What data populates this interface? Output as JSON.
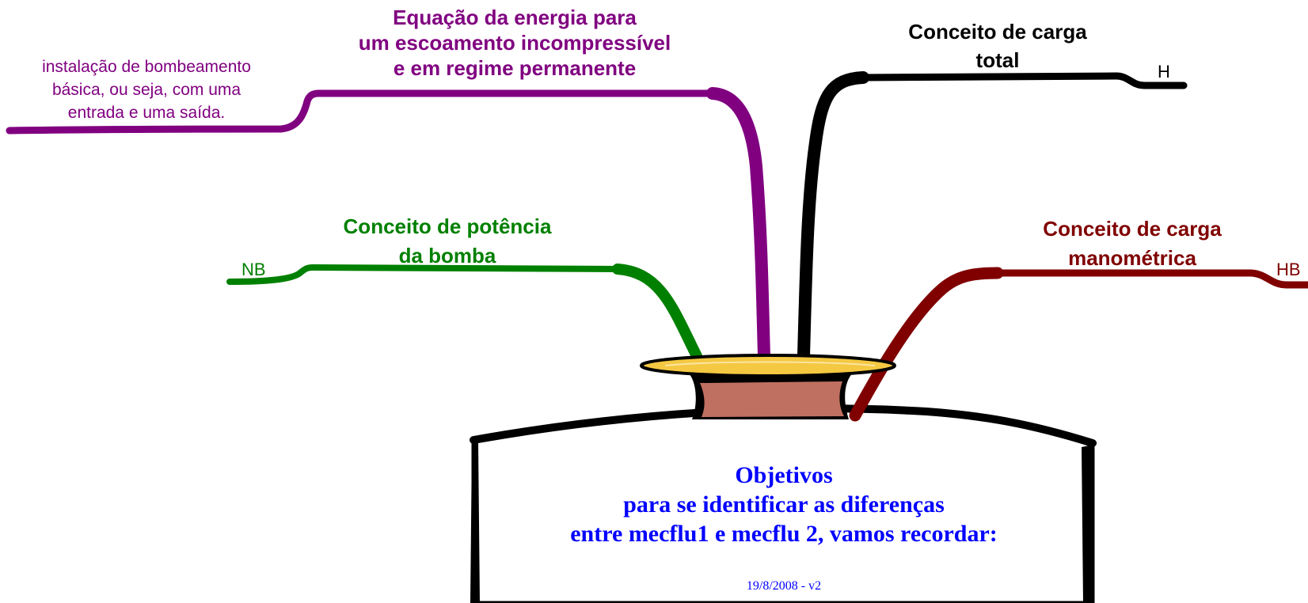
{
  "colors": {
    "purple": "#800080",
    "black": "#000000",
    "green": "#008000",
    "darkred": "#800000",
    "blue": "#0000ff",
    "gold": "#f5c842",
    "clay": "#c07060"
  },
  "branches": {
    "energy_equation": {
      "title_lines": [
        "Equação da energia para",
        "um escoamento incompressível",
        "e em regime permanente"
      ],
      "note_lines": [
        "instalação de bombeamento",
        "básica, ou seja, com uma",
        "entrada e uma saída."
      ]
    },
    "total_head": {
      "title_lines": [
        "Conceito de carga",
        "total"
      ],
      "symbol": "H"
    },
    "pump_power": {
      "title_lines": [
        "Conceito de potência",
        "da bomba"
      ],
      "symbol": "NB"
    },
    "manometric_head": {
      "title_lines": [
        "Conceito de carga",
        "manométrica"
      ],
      "symbol": "HB"
    }
  },
  "jar": {
    "title": "Objetivos",
    "line2": "para se identificar as diferenças",
    "line3": "entre mecflu1 e mecflu 2, vamos recordar:",
    "date": "19/8/2008 - v2"
  }
}
